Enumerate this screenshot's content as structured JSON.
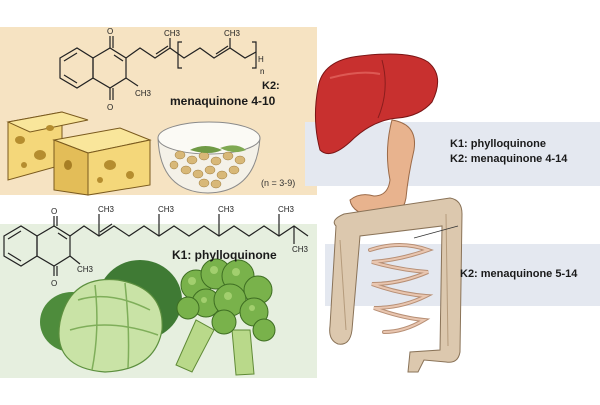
{
  "k2_panel": {
    "label_line1": "K2:",
    "label_line2": "menaquinone 4-10",
    "repeat_note": "(n = 3-9)",
    "subscript_n": "n",
    "atoms": {
      "o": "O",
      "ch3": "CH3",
      "h": "H"
    },
    "colors": {
      "background": "#f6e3c2"
    }
  },
  "k1_panel": {
    "label": "K1: phylloquinone",
    "atoms": {
      "o": "O",
      "ch3": "CH3"
    },
    "colors": {
      "background": "#e6efdf"
    }
  },
  "digestive_panel": {
    "upper_label_line1": "K1: phylloquinone",
    "upper_label_line2": "K2: menaquinone 4-14",
    "lower_label": "K2: menaquinone 5-14",
    "colors": {
      "band": "#e4e8f0",
      "liver": "#c8302f",
      "intestine": "#dcc8ae"
    }
  }
}
